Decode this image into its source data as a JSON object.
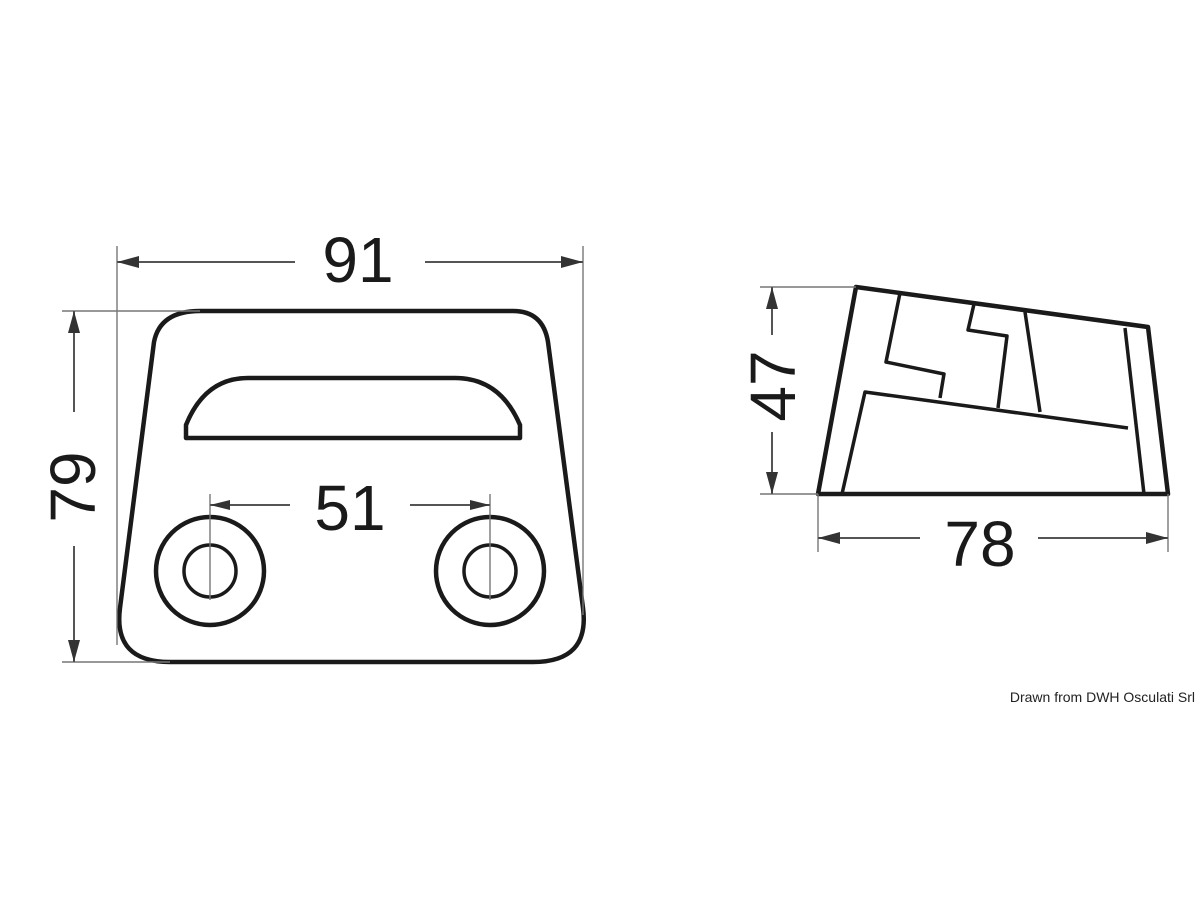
{
  "front_view": {
    "width_label": "91",
    "height_label": "79",
    "hole_spacing_label": "51"
  },
  "side_view": {
    "height_label": "47",
    "length_label": "78"
  },
  "credit": "Drawn from DWH Osculati Srl",
  "colors": {
    "line": "#1a1a1a",
    "dimension": "#555555",
    "background": "#ffffff"
  }
}
